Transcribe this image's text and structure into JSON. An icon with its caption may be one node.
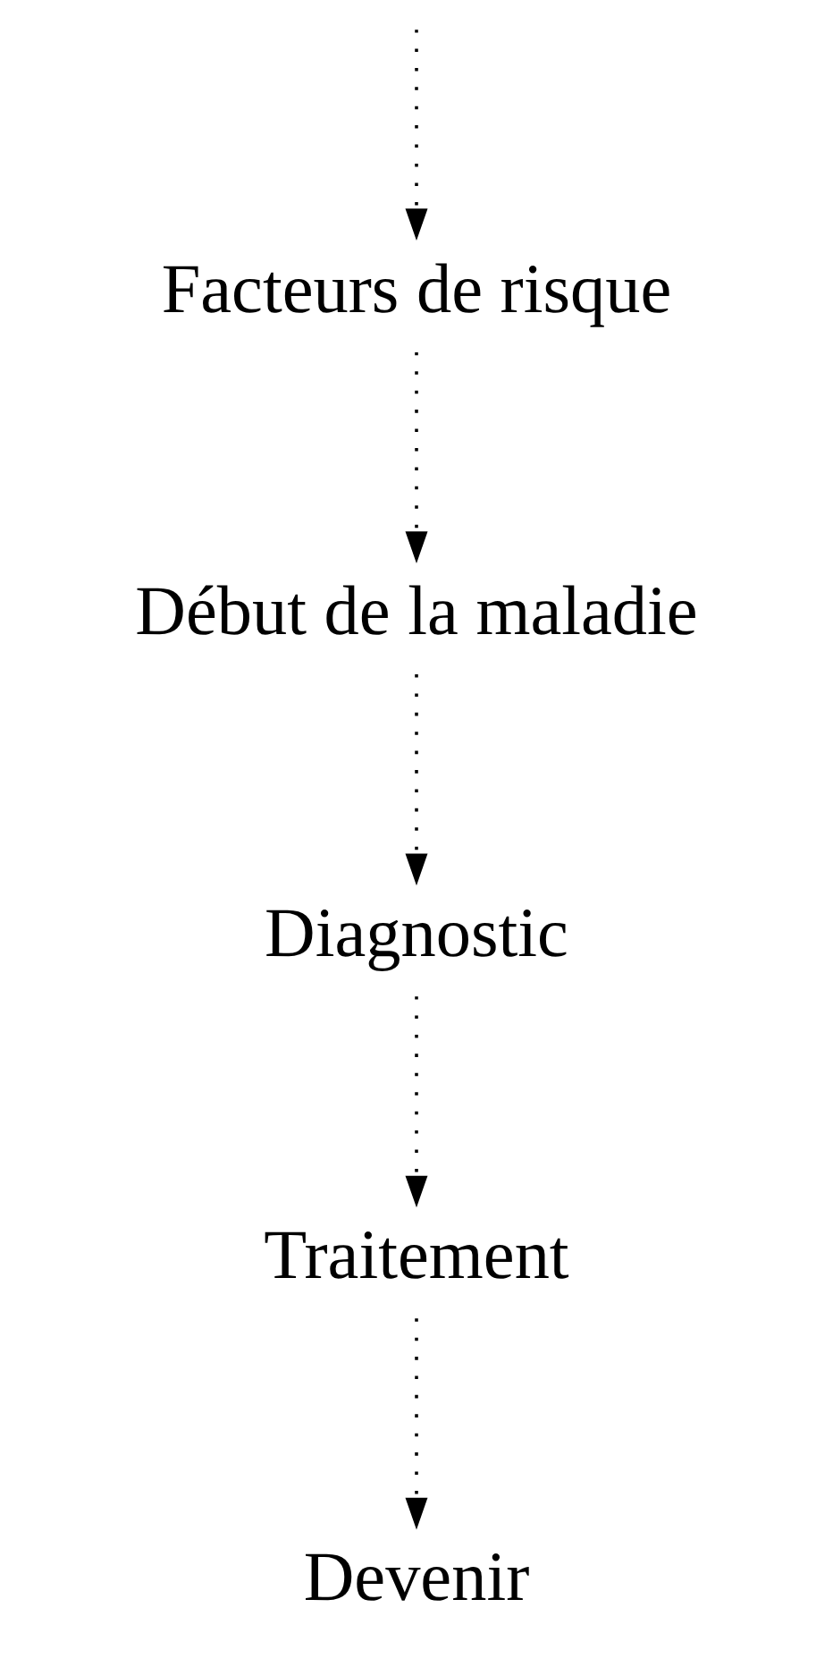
{
  "diagram": {
    "nodes": [
      {
        "text": [
          "Facteurs de risque"
        ]
      },
      {
        "text": [
          "Début de la maladie"
        ]
      },
      {
        "text": [
          "Diagnostic"
        ]
      },
      {
        "text": [
          "Traitement"
        ]
      },
      {
        "text": [
          "Devenir"
        ]
      }
    ],
    "edges": [
      {
        "from": null,
        "to": 0,
        "arrow": "to",
        "style": "dashed"
      },
      {
        "from": 0,
        "to": 1,
        "arrow": "to",
        "style": "dashed"
      },
      {
        "from": 1,
        "to": 2,
        "arrow": "to",
        "style": "dashed"
      },
      {
        "from": 2,
        "to": 3,
        "arrow": "to",
        "style": "dashed"
      },
      {
        "from": 3,
        "to": 4,
        "arrow": "to",
        "style": "dashed"
      }
    ]
  }
}
